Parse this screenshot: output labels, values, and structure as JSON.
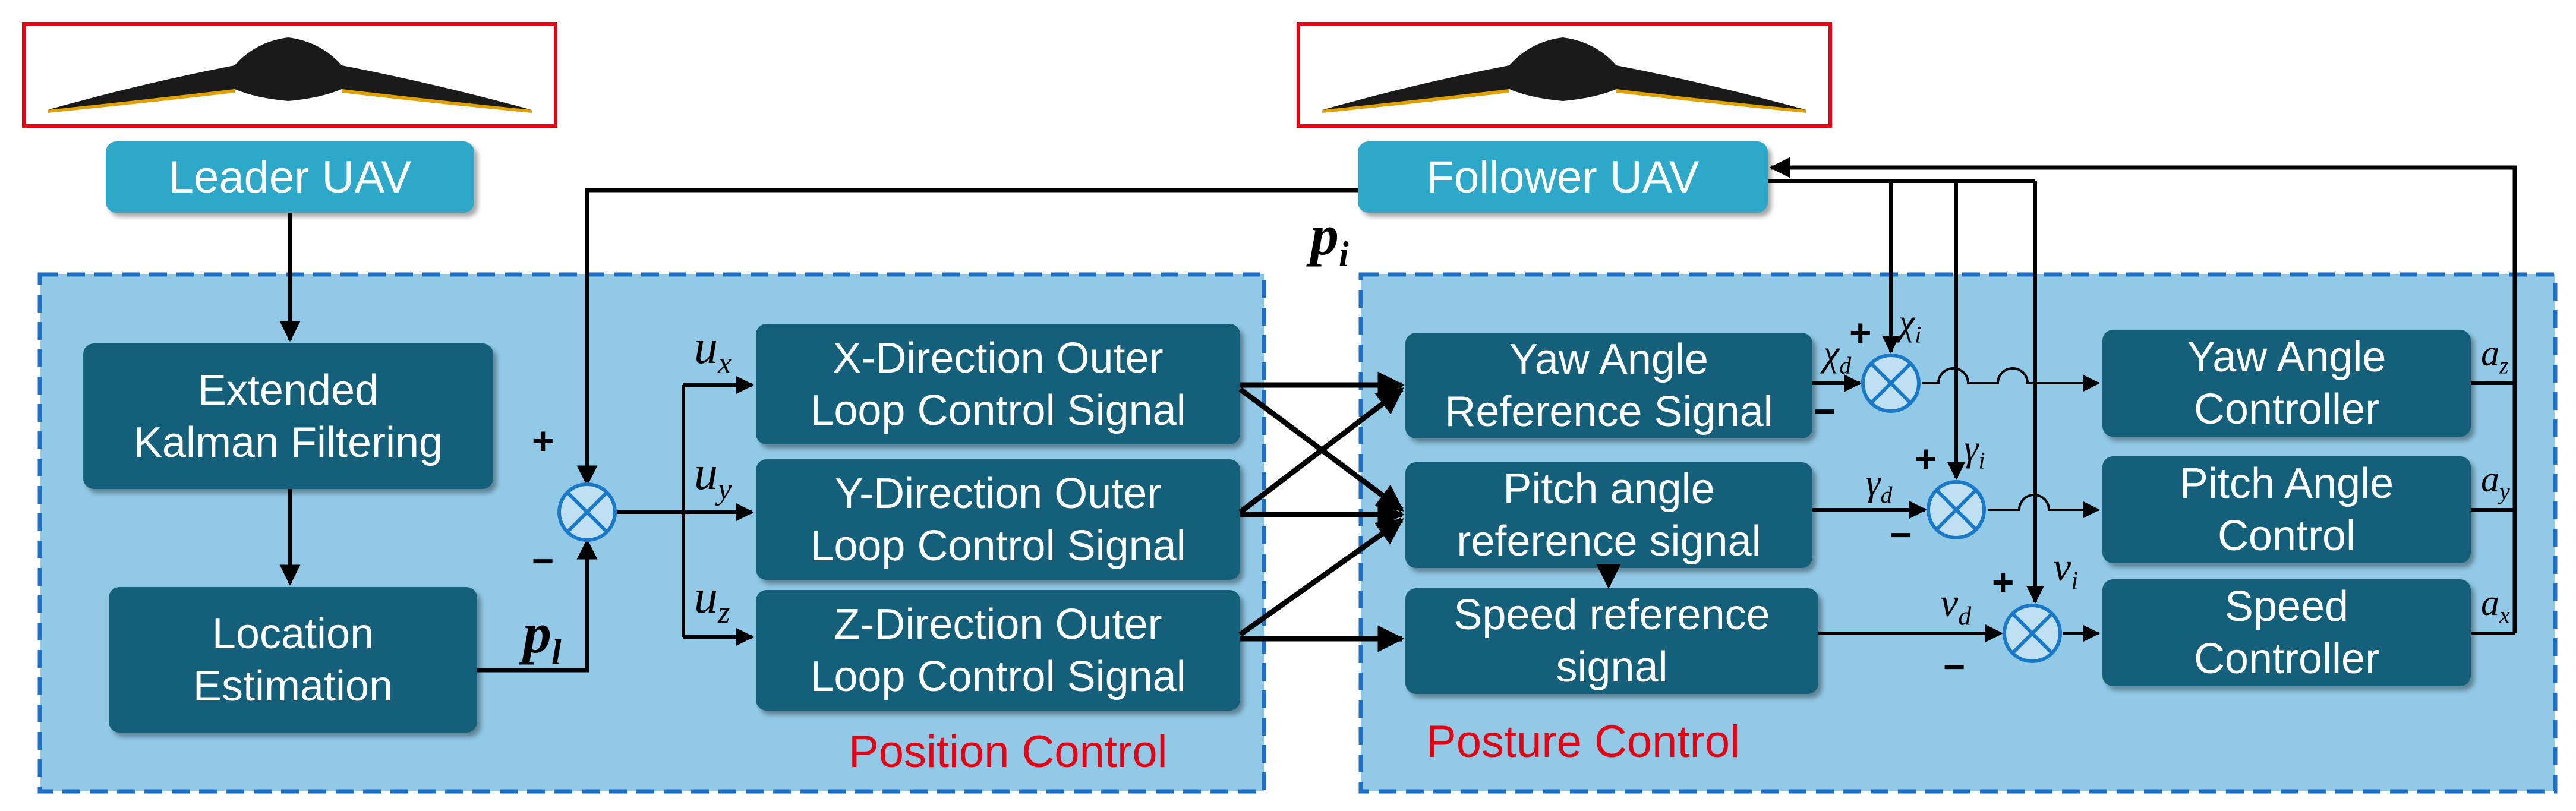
{
  "leader": {
    "label": "Leader UAV"
  },
  "follower": {
    "label": "Follower UAV"
  },
  "position_panel": {
    "title": "Position Control",
    "blocks": {
      "ekf": [
        "Extended",
        "Kalman Filtering"
      ],
      "loc": [
        "Location",
        "Estimation"
      ],
      "x": [
        "X-Direction Outer",
        "Loop Control Signal"
      ],
      "y": [
        "Y-Direction Outer",
        "Loop Control Signal"
      ],
      "z": [
        "Z-Direction Outer",
        "Loop Control Signal"
      ]
    }
  },
  "posture_panel": {
    "title": "Posture Control",
    "blocks": {
      "yaw_ref": [
        "Yaw Angle",
        "Reference Signal"
      ],
      "pitch_ref": [
        "Pitch angle",
        "reference signal"
      ],
      "speed_ref": [
        "Speed reference",
        "signal"
      ],
      "yaw_ctrl": [
        "Yaw Angle",
        "Controller"
      ],
      "pitch_ctrl": [
        "Pitch Angle",
        "Control"
      ],
      "speed_ctrl": [
        "Speed",
        "Controller"
      ]
    }
  },
  "symbols": {
    "p_i": {
      "base": "p",
      "sub": "i"
    },
    "p_l": {
      "base": "p",
      "sub": "l"
    },
    "u_x": {
      "base": "u",
      "sub": "x"
    },
    "u_y": {
      "base": "u",
      "sub": "y"
    },
    "u_z": {
      "base": "u",
      "sub": "z"
    },
    "chi_d": {
      "base": "χ",
      "sub": "d"
    },
    "chi_i": {
      "base": "χ",
      "sub": "i"
    },
    "gamma_d": {
      "base": "γ",
      "sub": "d"
    },
    "gamma_i": {
      "base": "γ",
      "sub": "i"
    },
    "v_d": {
      "base": "v",
      "sub": "d"
    },
    "v_i": {
      "base": "v",
      "sub": "i"
    },
    "a_z": {
      "base": "a",
      "sub": "z"
    },
    "a_y": {
      "base": "a",
      "sub": "y"
    },
    "a_x": {
      "base": "a",
      "sub": "x"
    }
  },
  "signs": {
    "plus": "+",
    "minus": "−"
  },
  "colors": {
    "panel_fill": "#92C9E6",
    "panel_border": "#1F6FC4",
    "block_fill": "#14607A",
    "uav_fill": "#2EA8C9",
    "title_red": "#E60012",
    "summer_stroke": "#1A78C8",
    "summer_fill": "#BFE0F2",
    "uav_body": "#1A1A1A",
    "uav_edge": "#E0A000"
  },
  "icons": [
    "leader-aircraft-icon",
    "follower-aircraft-icon",
    "summing-junction-icon"
  ]
}
